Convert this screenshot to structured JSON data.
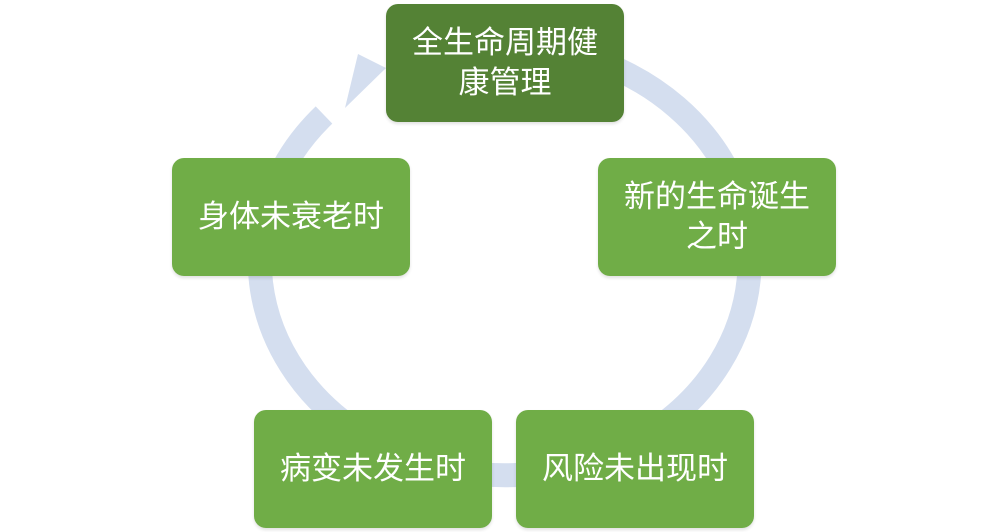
{
  "colors": {
    "ring": "#d4deef",
    "node": "#70ad47",
    "node_top": "#548235",
    "text": "#ffffff"
  },
  "cycle": {
    "nodes": [
      {
        "label": "全生命周期健康管理"
      },
      {
        "label": "新的生命诞生之时"
      },
      {
        "label": "风险未出现时"
      },
      {
        "label": "病变未发生时"
      },
      {
        "label": "身体未衰老时"
      }
    ]
  }
}
